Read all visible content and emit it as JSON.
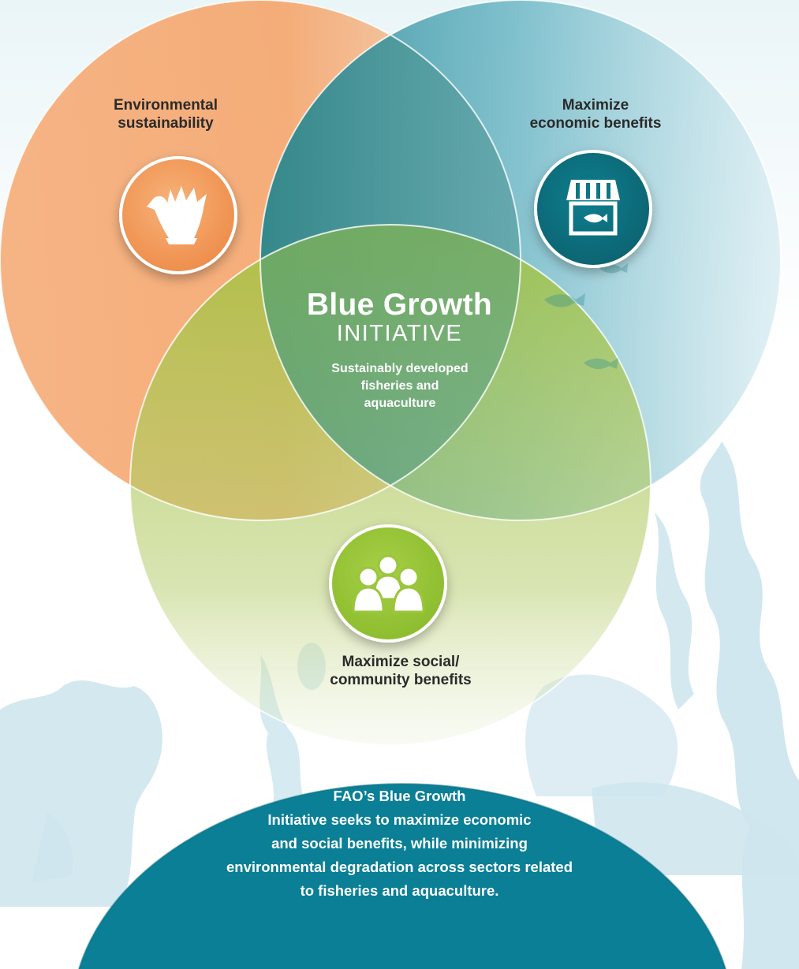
{
  "labels": {
    "environmental": [
      "Environmental",
      "sustainability"
    ],
    "economic": [
      "Maximize",
      "economic benefits"
    ],
    "social": [
      "Maximize social/",
      "community benefits"
    ]
  },
  "center": {
    "title": "Blue Growth",
    "subtitle": "INITIATIVE",
    "description": [
      "Sustainably developed",
      "fisheries and",
      "aquaculture"
    ]
  },
  "footer": {
    "lines": [
      "FAO’s Blue Growth",
      "Initiative seeks to maximize economic",
      "and social benefits, while minimizing",
      "environmental degradation across sectors related",
      "to fisheries and aquaculture."
    ]
  },
  "colors": {
    "orange": "#f5a062",
    "teal": "#0f7d8c",
    "green": "#9ac43e",
    "footer_blue": "#0a7f96",
    "seaweed": "#cfe6ee"
  },
  "icons": {
    "environmental": "coral-icon",
    "economic": "fish-market-stall-icon",
    "social": "community-people-icon"
  }
}
